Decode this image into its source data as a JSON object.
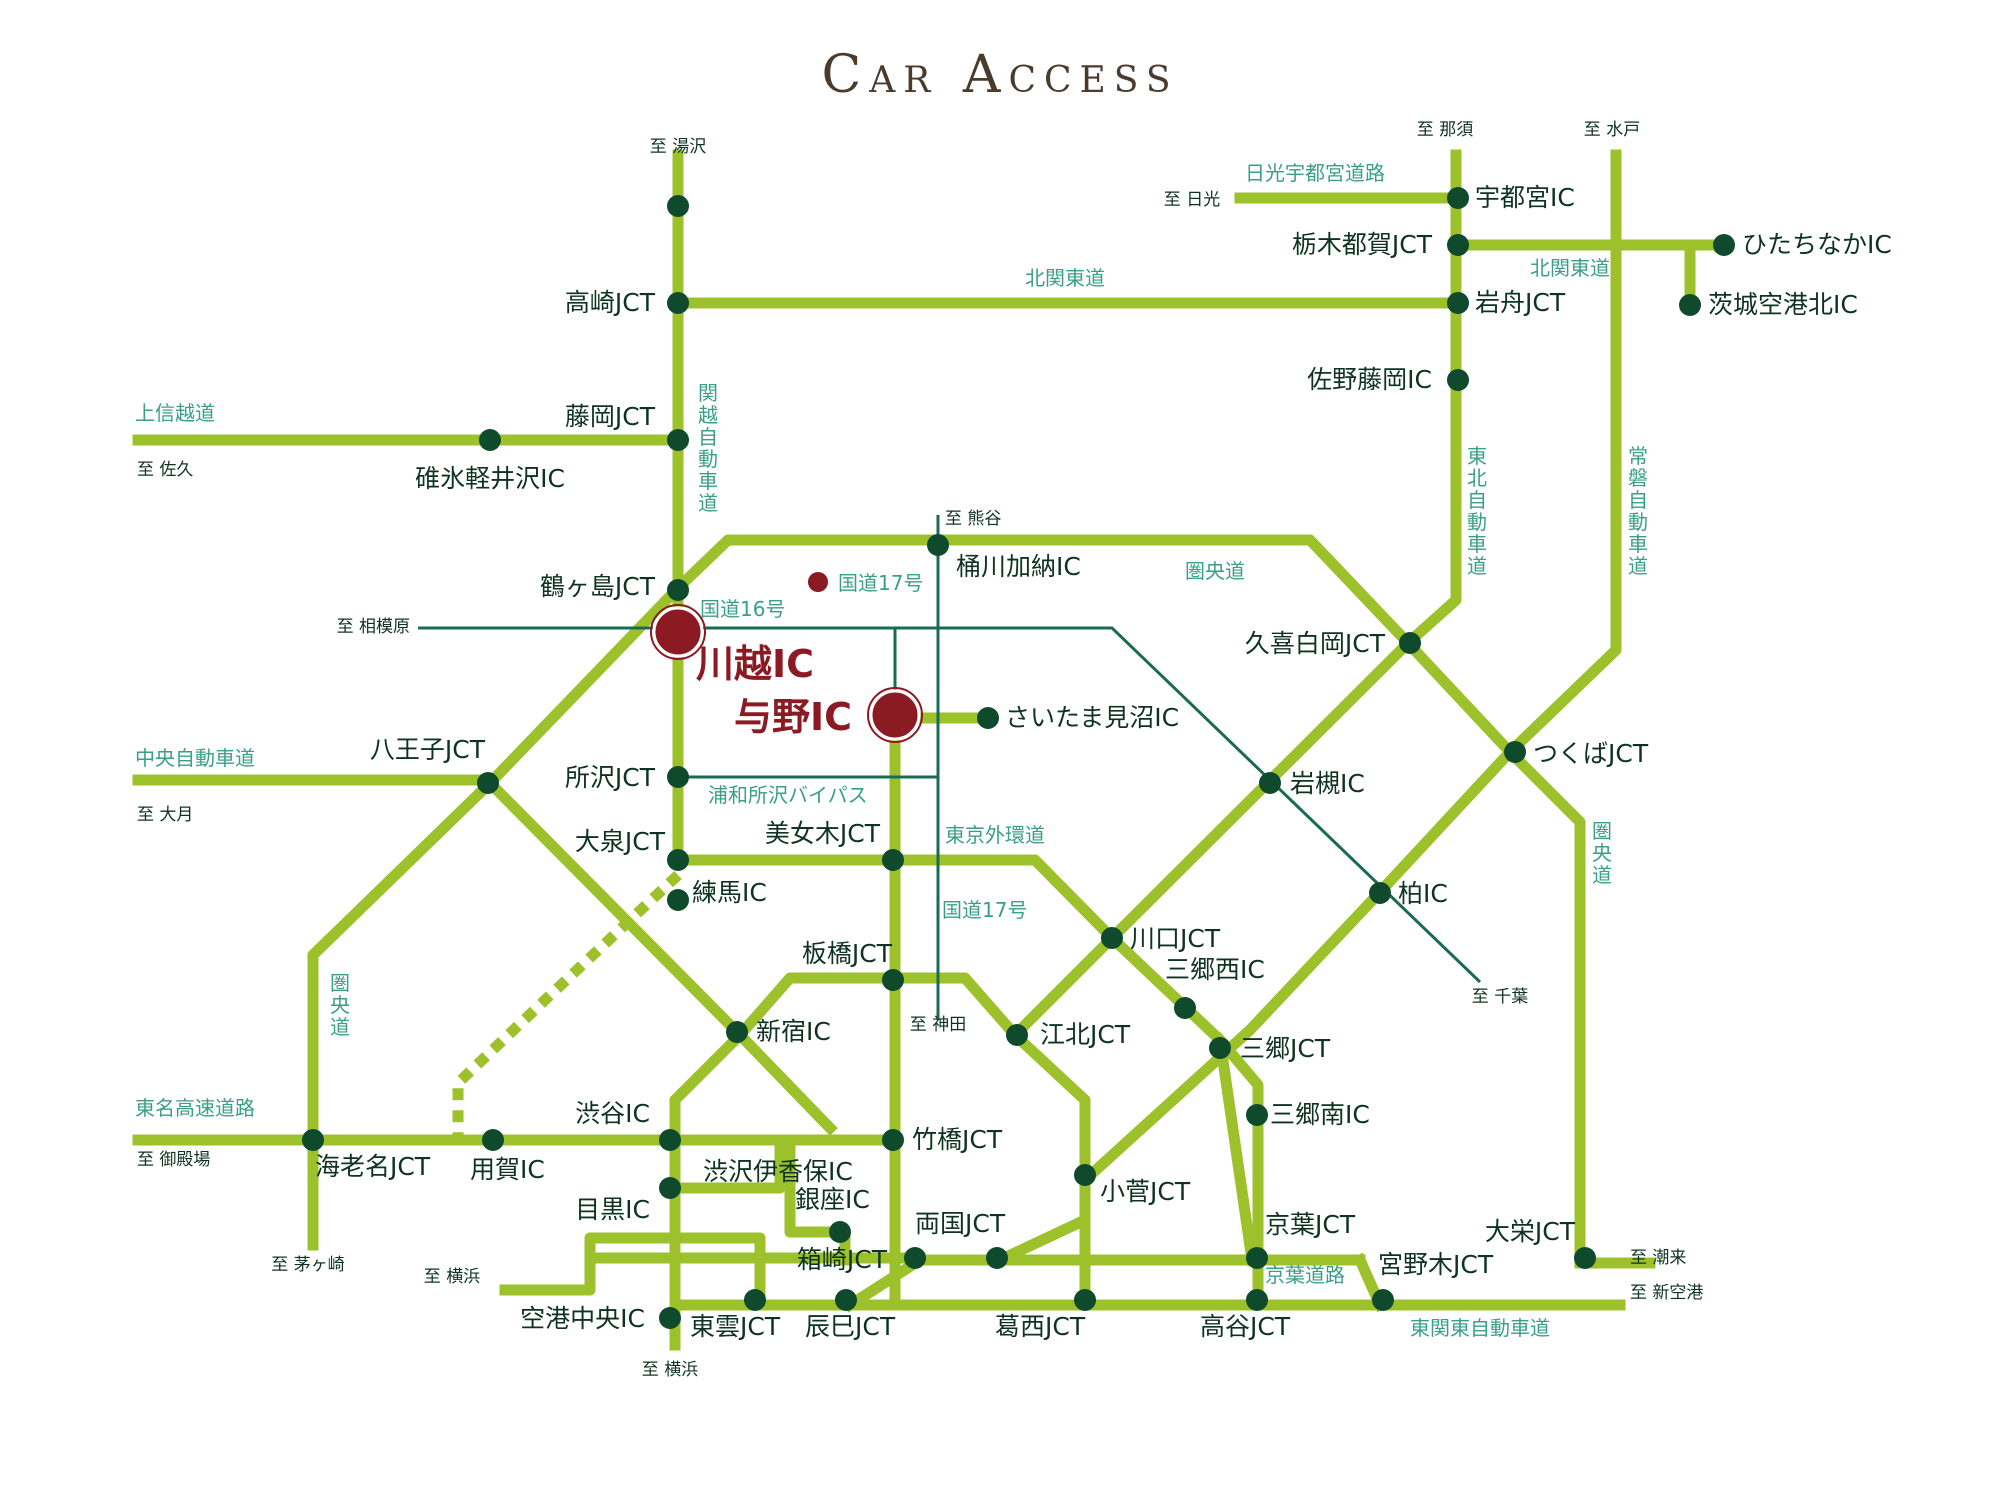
{
  "title": "Car Access",
  "colors": {
    "road": "#9dc12a",
    "node": "#0f4a2c",
    "highlight": "#8b1a22",
    "route": "#1a6b54",
    "road_label": "#3a9e8a",
    "text": "#0f3322",
    "title": "#4a3b2c"
  },
  "highlights": {
    "kawagoe": "川越IC",
    "yono": "与野IC"
  },
  "nodes": {
    "yuzawa_top": "",
    "takasaki": "高崎JCT",
    "fujioka": "藤岡JCT",
    "usui": "碓氷軽井沢IC",
    "tsurugashima": "鶴ヶ島JCT",
    "hachioji": "八王子JCT",
    "tokorozawa": "所沢JCT",
    "oizumi": "大泉JCT",
    "nerima": "練馬IC",
    "bijogi": "美女木JCT",
    "okegawa": "桶川加納IC",
    "saitama_minuma": "さいたま見沼IC",
    "itabashi": "板橋JCT",
    "shinjuku": "新宿IC",
    "shibuya": "渋谷IC",
    "takebashi": "竹橋JCT",
    "yoga": "用賀IC",
    "ebina": "海老名JCT",
    "shibusawa": "渋沢伊香保IC",
    "ginza": "銀座IC",
    "meguro": "目黒IC",
    "hakozaki": "箱崎JCT",
    "ryogoku": "両国JCT",
    "kuko_chuo": "空港中央IC",
    "shinonome": "東雲JCT",
    "tatsumi": "辰巳JCT",
    "kasai": "葛西JCT",
    "kosuge": "小菅JCT",
    "kohoku": "江北JCT",
    "kawaguchi": "川口JCT",
    "misato_nishi": "三郷西IC",
    "misato": "三郷JCT",
    "misato_minami": "三郷南IC",
    "keiyo": "京葉JCT",
    "takaya": "高谷JCT",
    "miyanogi": "宮野木JCT",
    "oei": "大栄JCT",
    "kashiwa": "柏IC",
    "iwatsuki": "岩槻IC",
    "kuki_shiraoka": "久喜白岡JCT",
    "tsukuba": "つくばJCT",
    "sano_fujioka": "佐野藤岡IC",
    "iwafune": "岩舟JCT",
    "tochigi_tsuga": "栃木都賀JCT",
    "utsunomiya": "宇都宮IC",
    "hitachinaka": "ひたちなかIC",
    "ibaraki_airport": "茨城空港北IC"
  },
  "roads": {
    "kanetsu": "関越自動車道",
    "kitakanto_w": "北関東道",
    "kitakanto_e": "北関東道",
    "joshinetsu": "上信越道",
    "chuo": "中央自動車道",
    "tomei": "東名高速道路",
    "kenodo_w": "圏央道",
    "kenodo_n": "圏央道",
    "kenodo_e": "圏央道",
    "tohoku": "東北自動車道",
    "joban": "常磐自動車道",
    "nikko_utsunomiya": "日光宇都宮道路",
    "gaikan": "東京外環道",
    "keiyo": "京葉道路",
    "higashikanto": "東関東自動車道",
    "r16": "国道16号",
    "r17_legend": "国道17号",
    "r17": "国道17号",
    "urawa_bypass": "浦和所沢バイパス"
  },
  "destinations": {
    "yuzawa": "至 湯沢",
    "nasu": "至 那須",
    "mito": "至 水戸",
    "nikko": "至 日光",
    "saku": "至 佐久",
    "kumagaya": "至 熊谷",
    "sagamihara": "至 相模原",
    "otsuki": "至 大月",
    "chiba": "至 千葉",
    "kanda": "至 神田",
    "gotemba": "至 御殿場",
    "chigasaki": "至 茅ヶ崎",
    "yokohama_w": "至 横浜",
    "yokohama_s": "至 横浜",
    "itako": "至 潮来",
    "shinkuko": "至 新空港"
  }
}
